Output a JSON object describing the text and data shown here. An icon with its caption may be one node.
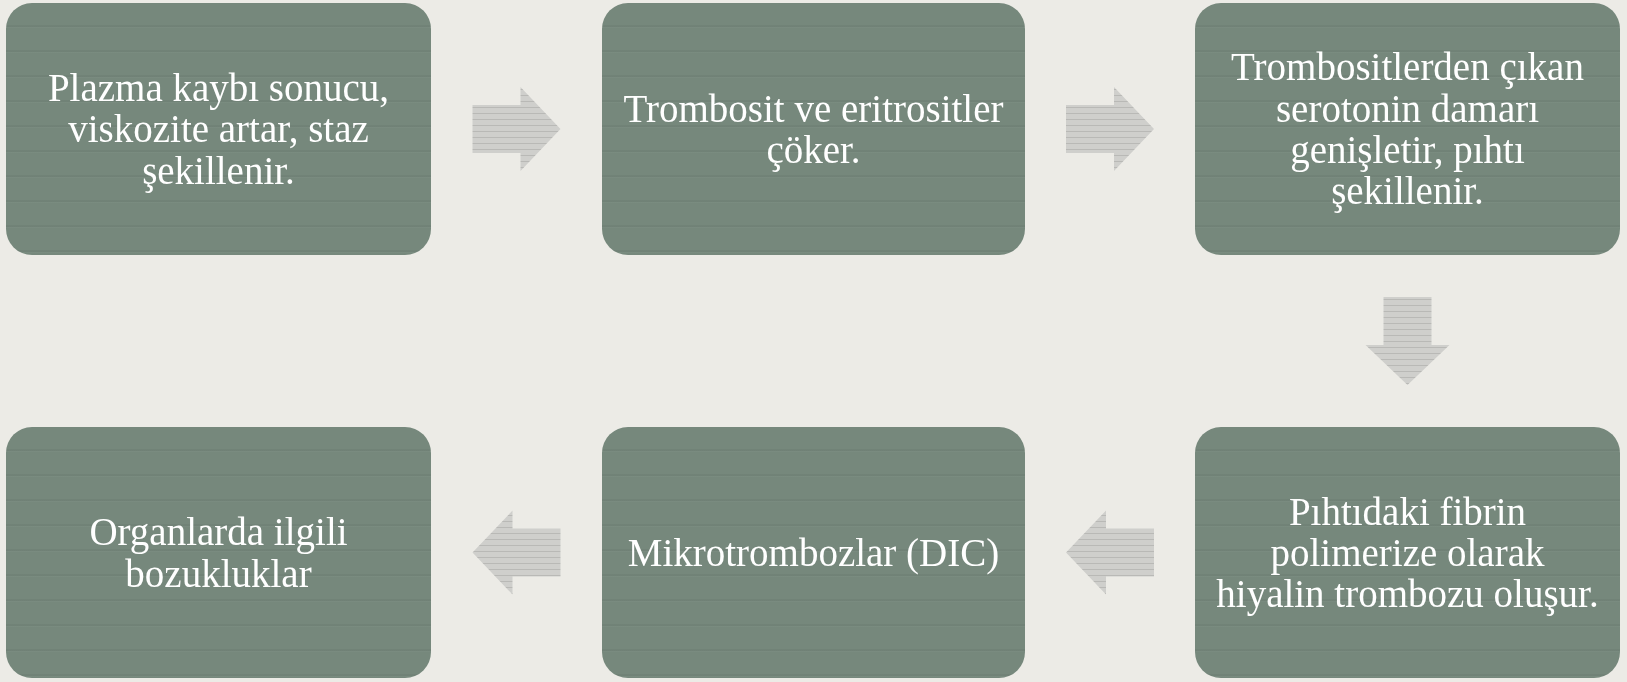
{
  "diagram": {
    "nodes": [
      {
        "text": [
          "Plazma kaybı sonucu, viskozite artar, staz şekillenir."
        ]
      },
      {
        "text": [
          "Trombosit ve eritrositler çöker."
        ]
      },
      {
        "text": [
          "Trombositlerden çıkan serotonin damarı genişletir, pıhtı şekillenir."
        ]
      },
      {
        "text": [
          "Pıhtıdaki fibrin polimerize olarak hiyalin trombozu oluşur."
        ]
      },
      {
        "text": [
          "Mikrotrombozlar (DIC)"
        ]
      },
      {
        "text": [
          "Organlarda ilgili bozukluklar"
        ]
      }
    ],
    "edges": [
      {
        "from": 0,
        "to": 1,
        "arrow": "to"
      },
      {
        "from": 1,
        "to": 2,
        "arrow": "to"
      },
      {
        "from": 2,
        "to": 3,
        "arrow": "to"
      },
      {
        "from": 3,
        "to": 4,
        "arrow": "to"
      },
      {
        "from": 4,
        "to": 5,
        "arrow": "to"
      }
    ]
  }
}
